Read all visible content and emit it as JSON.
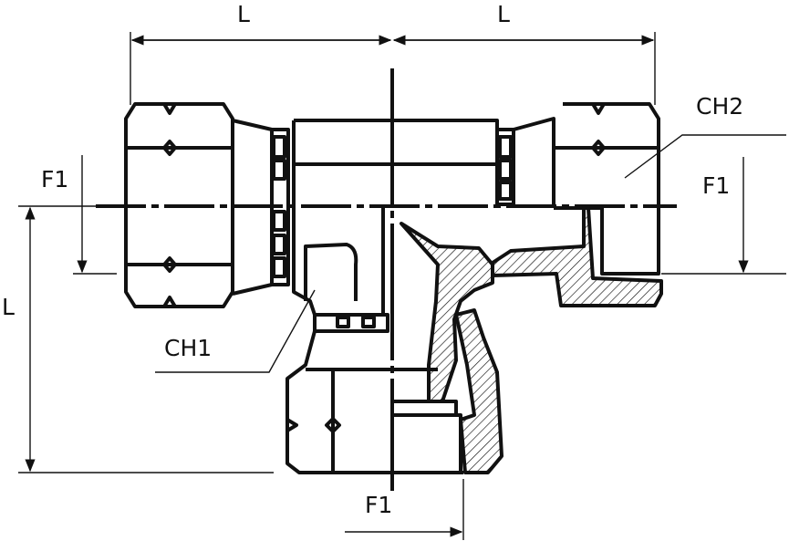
{
  "labels": {
    "length_top_left": "L",
    "length_top_right": "L",
    "hex_right": "CH2",
    "thread_left": "F1",
    "thread_right": "F1",
    "length_left": "L",
    "hex_center": "CH1",
    "thread_bottom": "F1"
  },
  "colors": {
    "line": "#111111",
    "background": "#ffffff"
  }
}
